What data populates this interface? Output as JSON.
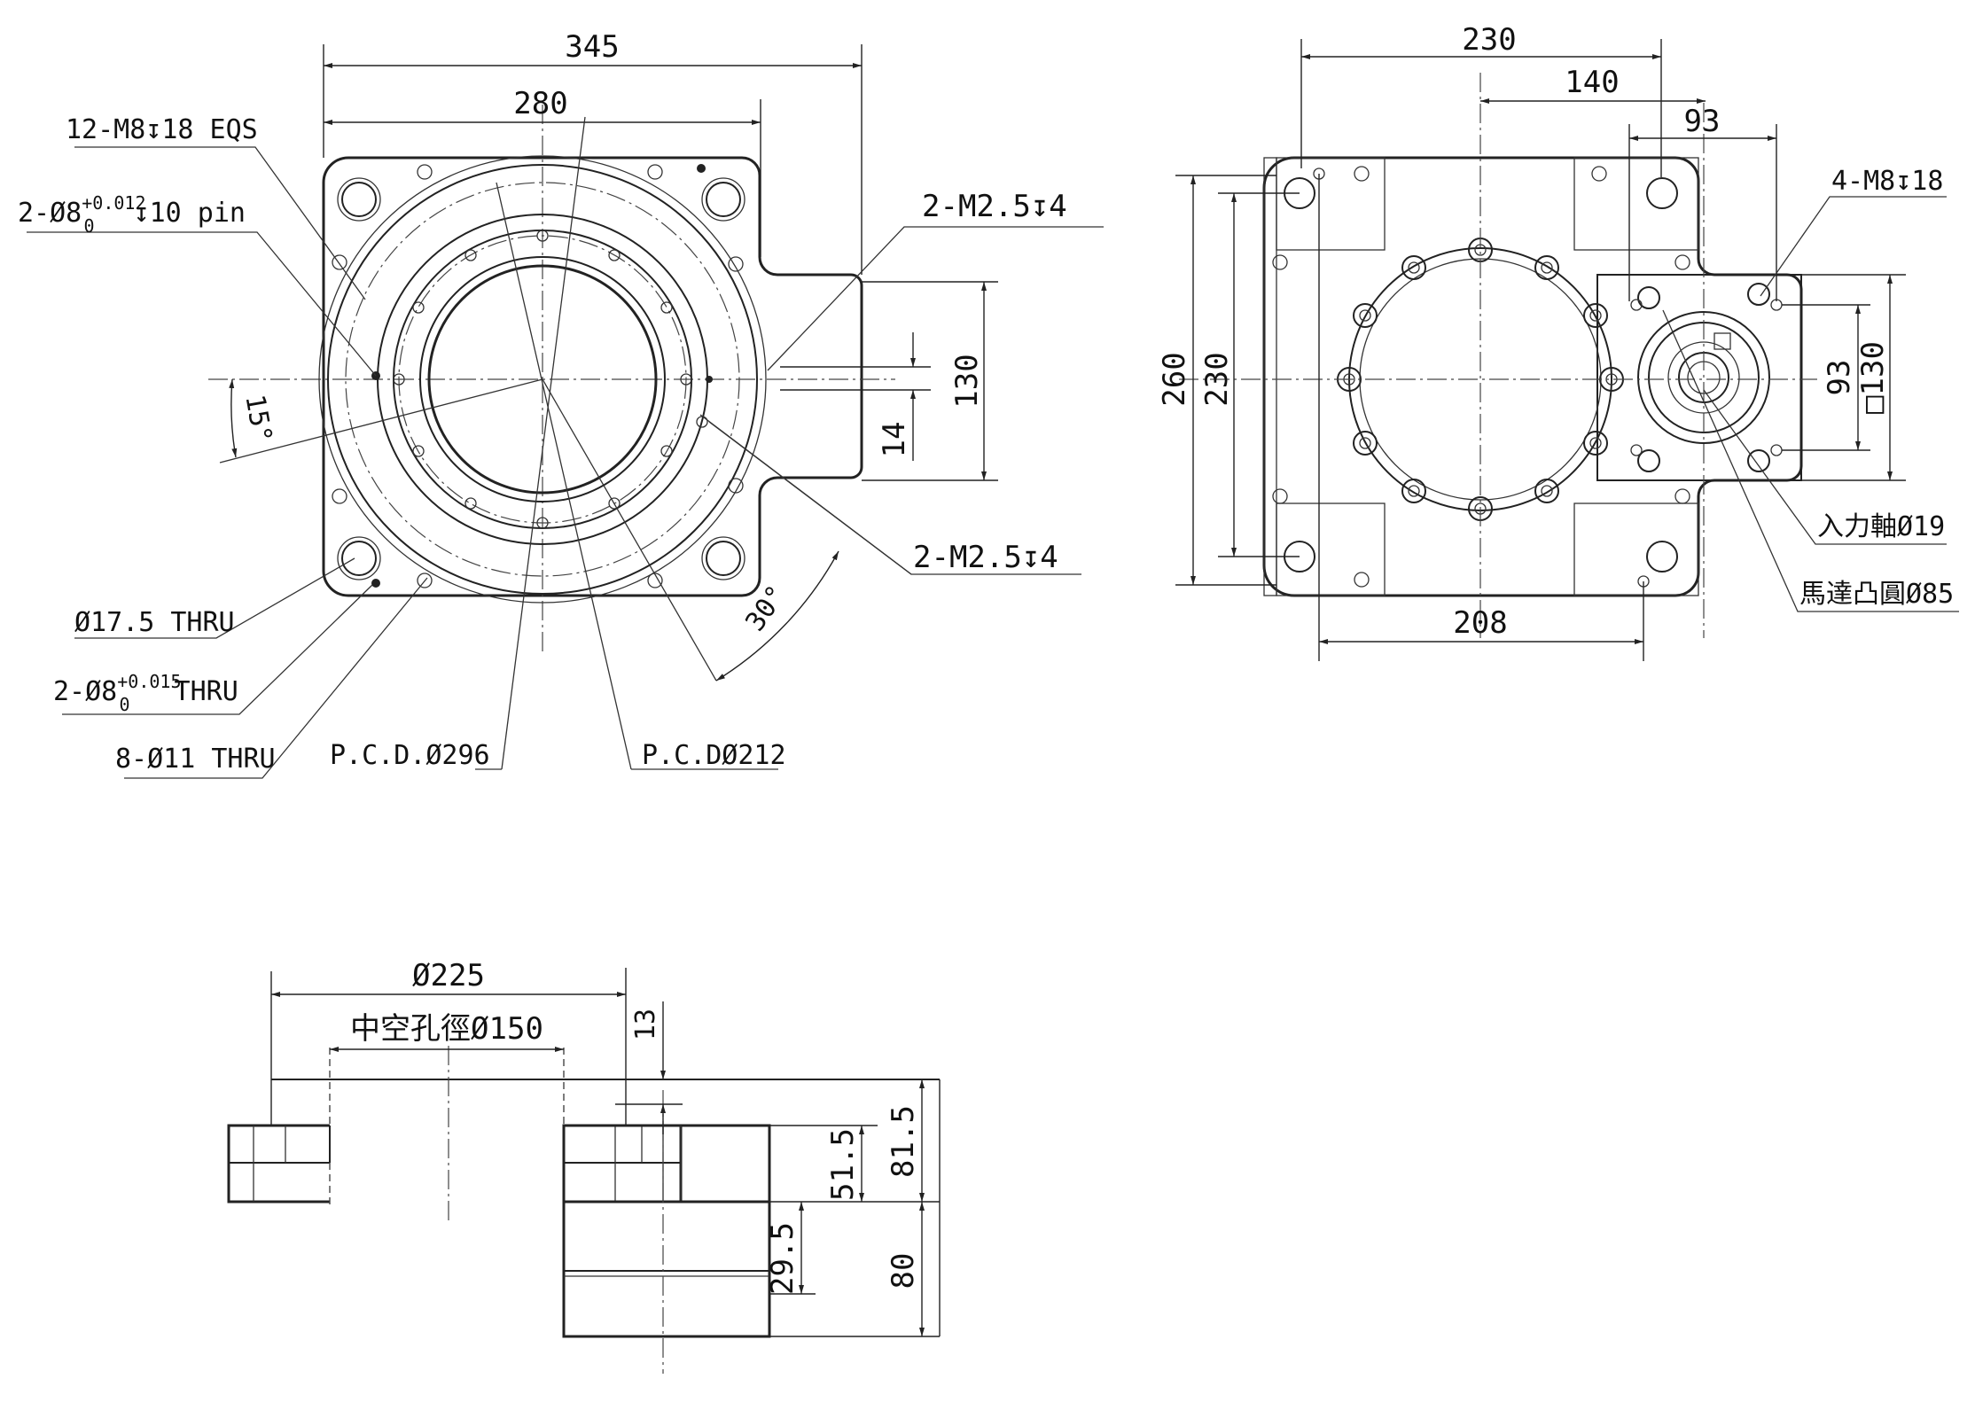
{
  "top_view": {
    "dim_345": "345",
    "dim_280": "280",
    "dim_130": "130",
    "dim_14": "14",
    "angle_15": "15°",
    "angle_30": "30°",
    "tap_12_m8": "12-M8↧18 EQS",
    "pin_prefix": "2-Ø8",
    "pin_tol_upper": "+0.012",
    "pin_tol_lower": "0",
    "pin_suffix": "↧10 pin",
    "tap_m25_upper": "2-M2.5↧4",
    "tap_m25_lower": "2-M2.5↧4",
    "hole_175": "Ø17.5 THRU",
    "thru_prefix": "2-Ø8",
    "thru_tol_upper": "+0.015",
    "thru_tol_lower": "0",
    "thru_suffix": "THRU",
    "hole_11": "8-Ø11 THRU",
    "pcd_296": "P.C.D.Ø296",
    "pcd_212": "P.C.DØ212"
  },
  "rear_view": {
    "dim_230_top": "230",
    "dim_140": "140",
    "dim_93_top": "93",
    "dim_260": "260",
    "dim_230_side": "230",
    "dim_208": "208",
    "dim_93_side": "93",
    "dim_130_square": "□130",
    "tap_4_m8": "4-M8↧18",
    "input_shaft": "入力軸Ø19",
    "motor_boss": "馬達凸圓Ø85"
  },
  "side_view": {
    "dim_225": "Ø225",
    "hollow_bore": "中空孔徑Ø150",
    "dim_13": "13",
    "dim_815": "81.5",
    "dim_515": "51.5",
    "dim_295": "29.5",
    "dim_80": "80"
  }
}
